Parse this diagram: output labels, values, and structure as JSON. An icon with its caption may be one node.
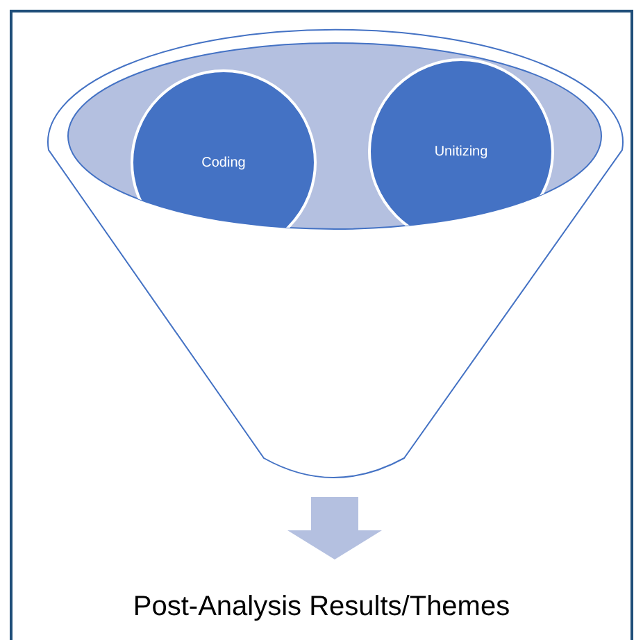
{
  "diagram": {
    "nodes": [
      {
        "text": [],
        "shape": "funnel"
      },
      {
        "text": [
          "Coding"
        ],
        "in": 0
      },
      {
        "text": [
          "Unitizing"
        ],
        "in": 0
      },
      {
        "text": [
          "Post-Analysis Results/Themes"
        ]
      }
    ],
    "edges": [
      {
        "from": 0,
        "to": 3,
        "arrow": "to",
        "style": "thick"
      }
    ]
  }
}
